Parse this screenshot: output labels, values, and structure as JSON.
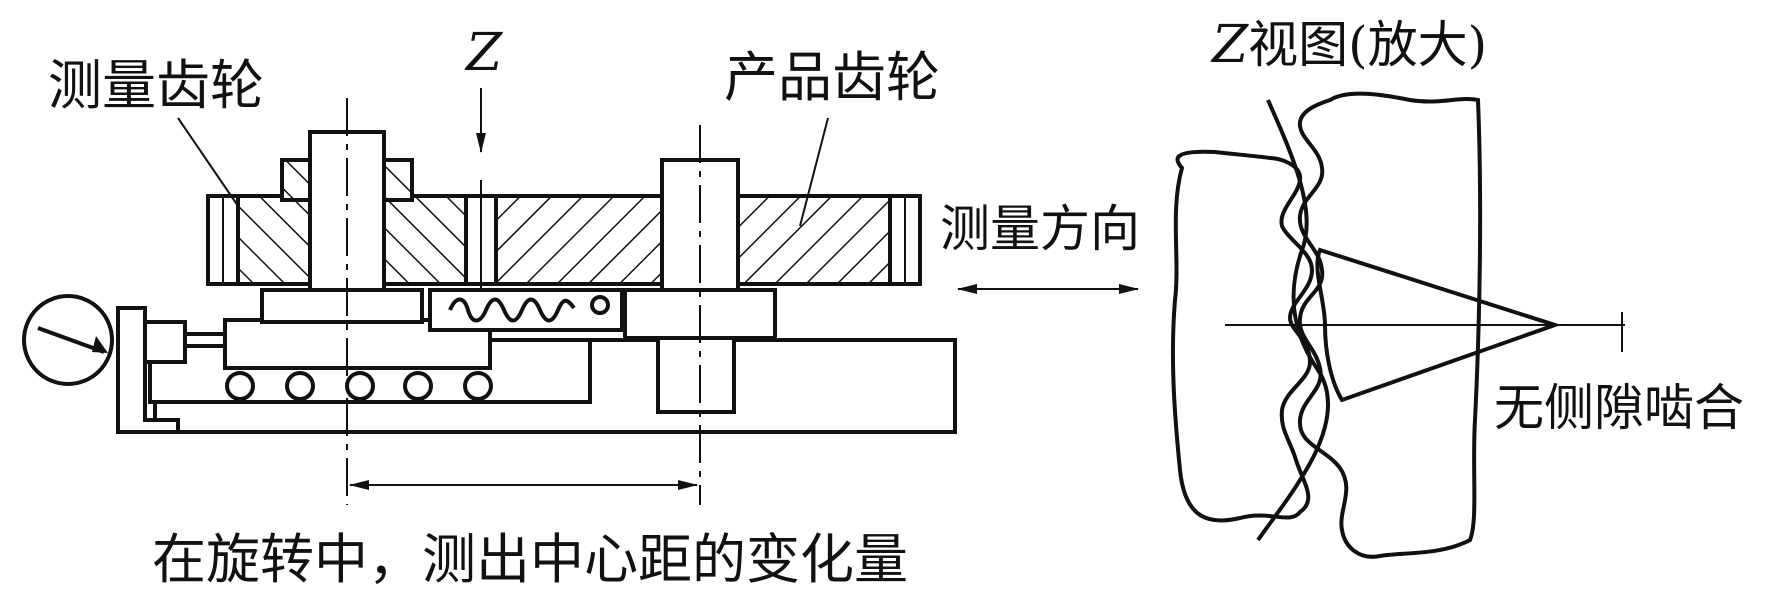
{
  "labels": {
    "measuring_gear": "测量齿轮",
    "z_marker": "Z",
    "product_gear": "产品齿轮",
    "z_view_italic": "Z",
    "z_view_rest": "视图(放大)",
    "measuring_direction": "测量方向",
    "no_backlash_mesh": "无侧隙啮合",
    "caption": "在旋转中，测出中心距的变化量"
  },
  "colors": {
    "ink": "#111111",
    "background": "#ffffff"
  },
  "icons": [
    "dial-gauge-icon",
    "spring-icon",
    "roller-icon",
    "double-arrow-icon"
  ]
}
